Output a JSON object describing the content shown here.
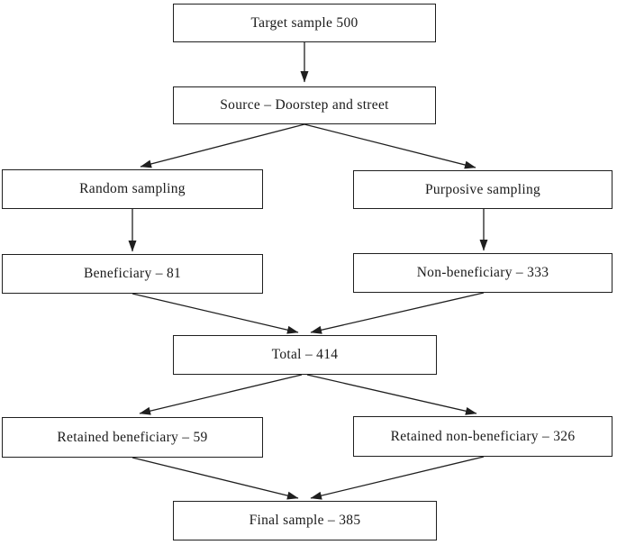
{
  "diagram": {
    "type": "flowchart",
    "nodes": {
      "target": {
        "label": "Target sample 500"
      },
      "source": {
        "label": "Source – Doorstep and street"
      },
      "random": {
        "label": "Random sampling"
      },
      "purposive": {
        "label": "Purposive sampling"
      },
      "beneficiary": {
        "label": "Beneficiary – 81"
      },
      "non_beneficiary": {
        "label": "Non-beneficiary – 333"
      },
      "total": {
        "label": "Total – 414"
      },
      "retained_beneficiary": {
        "label": "Retained beneficiary – 59"
      },
      "retained_non_beneficiary": {
        "label": "Retained non-beneficiary – 326"
      },
      "final": {
        "label": "Final sample – 385"
      }
    },
    "edges": [
      {
        "from": "target",
        "to": "source"
      },
      {
        "from": "source",
        "to": "random"
      },
      {
        "from": "source",
        "to": "purposive"
      },
      {
        "from": "random",
        "to": "beneficiary"
      },
      {
        "from": "purposive",
        "to": "non_beneficiary"
      },
      {
        "from": "beneficiary",
        "to": "total"
      },
      {
        "from": "non_beneficiary",
        "to": "total"
      },
      {
        "from": "total",
        "to": "retained_beneficiary"
      },
      {
        "from": "total",
        "to": "retained_non_beneficiary"
      },
      {
        "from": "retained_beneficiary",
        "to": "final"
      },
      {
        "from": "retained_non_beneficiary",
        "to": "final"
      }
    ],
    "colors": {
      "background": "#ffffff",
      "box_fill": "#ffffff",
      "box_border": "#1f1f1f",
      "connector": "#1f1f1f",
      "text": "#1a1a1a"
    }
  }
}
